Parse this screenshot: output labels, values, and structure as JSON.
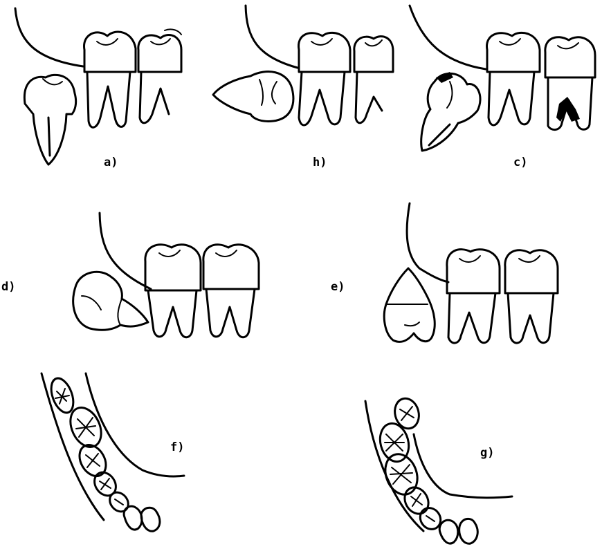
{
  "panels": {
    "a": {
      "label": "a)"
    },
    "b": {
      "label": "h)"
    },
    "c": {
      "label": "c)"
    },
    "d": {
      "label": "d)"
    },
    "e": {
      "label": "e)"
    },
    "f": {
      "label": "f)"
    },
    "g": {
      "label": "g)"
    }
  }
}
